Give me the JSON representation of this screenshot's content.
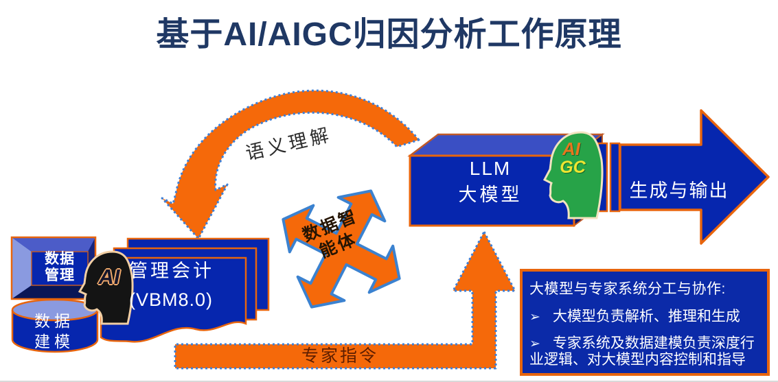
{
  "title": "基于AI/AIGC归因分析工作原理",
  "labels": {
    "semantic_understanding": "语义理解",
    "data_agent_line1": "数据智",
    "data_agent_line2": "能体",
    "llm_line1": "LLM",
    "llm_line2": "大模型",
    "output_arrow": "生成与输出",
    "data_management_line1": "数据",
    "data_management_line2": "管理",
    "data_modeling_line1": "数据",
    "data_modeling_line2": "建模",
    "mgmt_accounting_line1": "管理会计",
    "mgmt_accounting_line2": "(VBM8.0)",
    "expert_instruction": "专家指令",
    "ai_head_text": "AI",
    "aigc_head_line1": "AI",
    "aigc_head_line2": "GC"
  },
  "info_box": {
    "heading": "大模型与专家系统分工与协作:",
    "bullet_marker": "➢",
    "bullets": [
      "大模型负责解析、推理和生成",
      "专家系统及数据建模负责深度行业逻辑、对大模型内容控制和指导"
    ]
  },
  "colors": {
    "primary_blue": "#0626AE",
    "top_face_blue": "#3A4FC4",
    "bevel_light_blue": "#8A9AE0",
    "orange_fill": "#F5690A",
    "orange_border": "#E8650D",
    "dash_blue": "#3D7FD6",
    "title_navy": "#1F3864",
    "head_green": "#27A348",
    "head_black": "#141414",
    "ai_text_orange": "#E8761E",
    "gc_text_yellow": "#EEE531"
  }
}
